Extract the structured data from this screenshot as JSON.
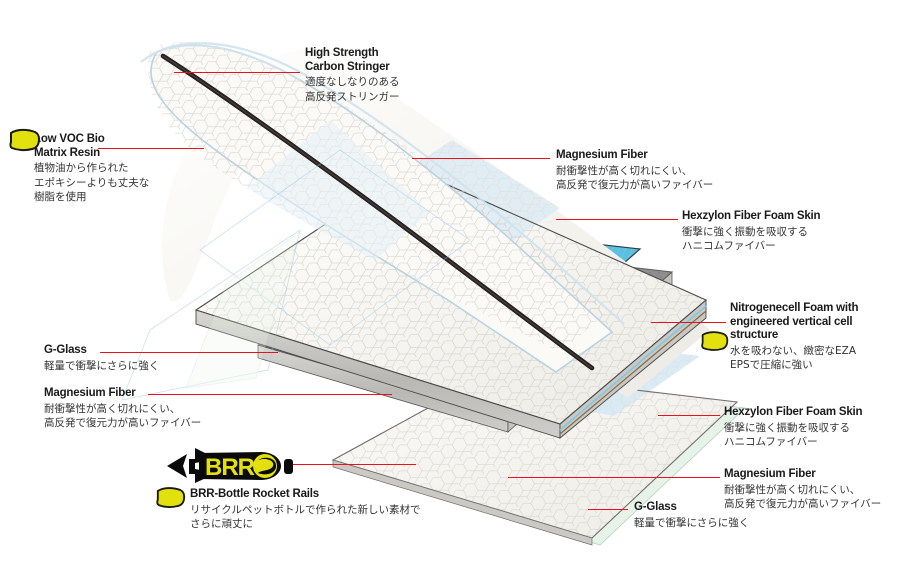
{
  "diagram": {
    "subject": "surfboard-construction-exploded-view",
    "accent_line_color": "#e8111e",
    "eco_flag_color": "#e2e00d",
    "core_foam_color": "#8a8a8a",
    "fiber_layer_color": "#5bc0e0",
    "glass_layer_color": "#dbeede",
    "skin_color": "#f4f3ef"
  },
  "callouts": [
    {
      "id": "carbon-stringer",
      "title": "High Strength\nCarbon Stringer",
      "desc": "適度なしなりのある\n高反発ストリンガー",
      "eco": false
    },
    {
      "id": "low-voc-bio-matrix-resin",
      "title": "Low VOC Bio\nMatrix Resin",
      "desc": "植物油から作られた\nエポキシーよりも丈夫な\n樹脂を使用",
      "eco": true
    },
    {
      "id": "magnesium-fiber-top",
      "title": "Magnesium Fiber",
      "desc": "耐衝撃性が高く切れにくい、\n高反発で復元力が高いファイバー",
      "eco": false
    },
    {
      "id": "hexzylon-fiber-foam-skin-top",
      "title": "Hexzylon Fiber Foam Skin",
      "desc": "衝撃に強く振動を吸収する\nハニコムファイバー",
      "eco": false
    },
    {
      "id": "nitrogenecell-foam",
      "title": "Nitrogenecell Foam with\nengineered vertical cell\nstructure",
      "desc": "水を吸わない、緻密なEZA\nEPSで圧縮に強い",
      "eco": true
    },
    {
      "id": "g-glass-left",
      "title": "G-Glass",
      "desc": "軽量で衝撃にさらに強く",
      "eco": false
    },
    {
      "id": "magnesium-fiber-left",
      "title": "Magnesium Fiber",
      "desc": "耐衝撃性が高く切れにくい、\n高反発で復元力が高いファイバー",
      "eco": false
    },
    {
      "id": "brr-bottle-rocket-rails",
      "title": "BRR-Bottle Rocket Rails",
      "desc": "リサイクルペットボトルで作られた新しい素材で\nさらに頑丈に",
      "eco": true
    },
    {
      "id": "hexzylon-fiber-foam-skin-bottom",
      "title": "Hexzylon Fiber Foam Skin",
      "desc": "衝撃に強く振動を吸収する\nハニコムファイバー",
      "eco": false
    },
    {
      "id": "magnesium-fiber-bottom",
      "title": "Magnesium Fiber",
      "desc": "耐衝撃性が高く切れにくい、\n高反発で復元力が高いファイバー",
      "eco": false
    },
    {
      "id": "g-glass-bottom",
      "title": "G-Glass",
      "desc": "軽量で衝撃にさらに強く",
      "eco": false
    }
  ],
  "brr_logo": {
    "wordmark": "BRR",
    "body_color": "#0a0a0a",
    "text_color": "#e2e00d"
  }
}
